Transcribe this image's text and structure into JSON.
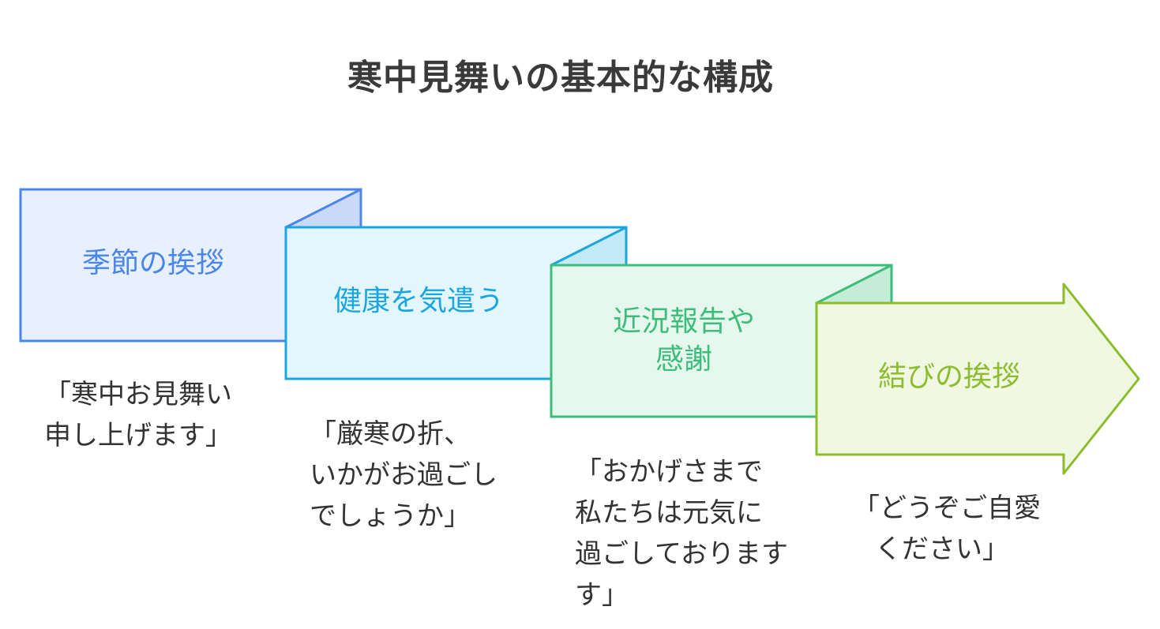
{
  "title": "寒中見舞いの基本的な構成",
  "steps": [
    {
      "label_lines": [
        "季節の挨拶"
      ],
      "color": "#4a86e8",
      "fill": "#e8effd",
      "description_lines": [
        "「寒中お見舞い",
        "申し上げます」"
      ]
    },
    {
      "label_lines": [
        "健康を気遣う"
      ],
      "color": "#1ba6dd",
      "fill": "#e3f6fd",
      "description_lines": [
        "「厳寒の折、",
        "いかがお過ごし",
        "でしょうか」"
      ]
    },
    {
      "label_lines": [
        "近況報告や",
        "感謝"
      ],
      "color": "#3dbd7a",
      "fill": "#e6f7ee",
      "description_lines": [
        "「おかげさまで",
        "私たちは元気に",
        "過ごしております",
        "す」"
      ]
    },
    {
      "label_lines": [
        "結びの挨拶"
      ],
      "color": "#8cbd2e",
      "fill": "#f1f8e2",
      "description_lines": [
        "「どうぞご自愛",
        "ください」"
      ]
    }
  ]
}
